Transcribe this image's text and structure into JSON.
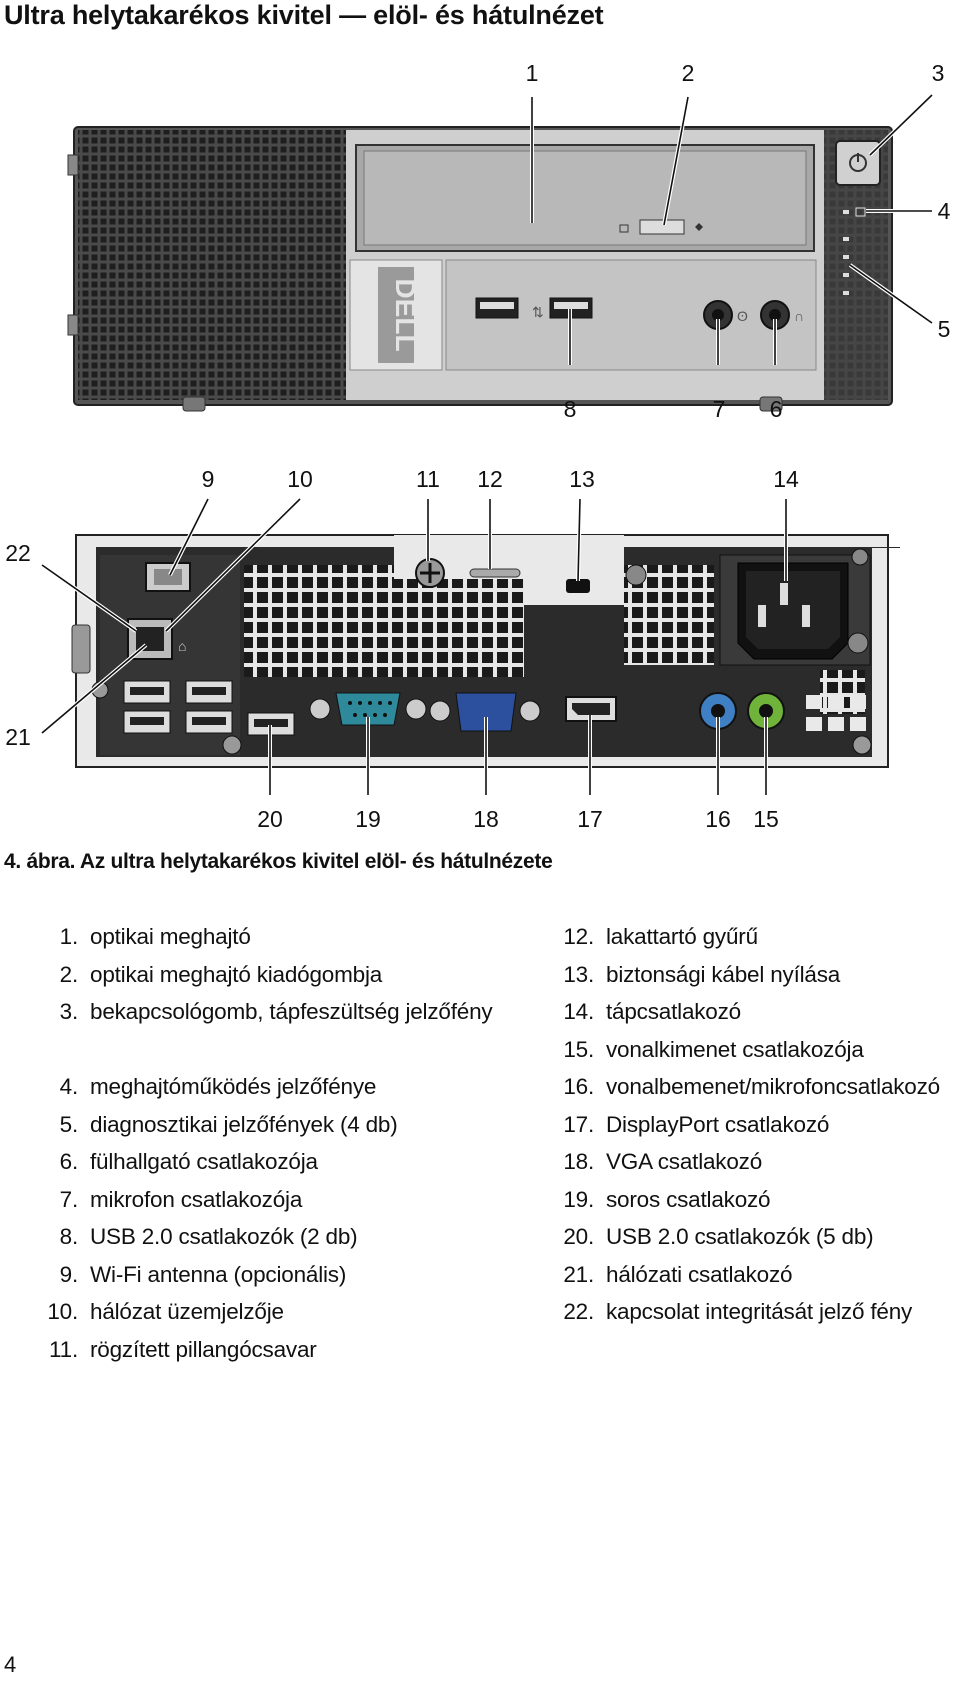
{
  "page": {
    "title": "Ultra helytakarékos kivitel — elöl- és hátulnézet",
    "caption": "4. ábra. Az ultra helytakarékos kivitel elöl- és hátulnézete",
    "page_number": "4"
  },
  "front_callouts": [
    "1",
    "2",
    "3",
    "4",
    "5",
    "6",
    "7",
    "8"
  ],
  "rear_callouts": [
    "9",
    "10",
    "11",
    "12",
    "13",
    "14",
    "15",
    "16",
    "17",
    "18",
    "19",
    "20",
    "21",
    "22"
  ],
  "legend": {
    "left": [
      {
        "num": "1.",
        "text": "optikai meghajtó"
      },
      {
        "num": "2.",
        "text": "optikai meghajtó kiadógombja"
      },
      {
        "num": "3.",
        "text": "bekapcsológomb, tápfeszültség jelzőfény"
      },
      {
        "num": "4.",
        "text": "meghajtóműködés jelzőfénye"
      },
      {
        "num": "5.",
        "text": "diagnosztikai jelzőfények (4 db)"
      },
      {
        "num": "6.",
        "text": "fülhallgató csatlakozója"
      },
      {
        "num": "7.",
        "text": "mikrofon csatlakozója"
      },
      {
        "num": "8.",
        "text": "USB 2.0 csatlakozók (2 db)"
      },
      {
        "num": "9.",
        "text": "Wi-Fi antenna (opcionális)"
      },
      {
        "num": "10.",
        "text": "hálózat üzemjelzője"
      },
      {
        "num": "11.",
        "text": "rögzített pillangócsavar"
      }
    ],
    "right": [
      {
        "num": "12.",
        "text": "lakattartó gyűrű"
      },
      {
        "num": "13.",
        "text": "biztonsági kábel nyílása"
      },
      {
        "num": "14.",
        "text": "tápcsatlakozó"
      },
      {
        "num": "15.",
        "text": "vonalkimenet csatlakozója"
      },
      {
        "num": "16.",
        "text": "vonalbemenet/mikrofoncsatlakozó"
      },
      {
        "num": "17.",
        "text": "DisplayPort csatlakozó"
      },
      {
        "num": "18.",
        "text": "VGA csatlakozó"
      },
      {
        "num": "19.",
        "text": "soros csatlakozó"
      },
      {
        "num": "20.",
        "text": "USB 2.0 csatlakozók (5 db)"
      },
      {
        "num": "21.",
        "text": "hálózati csatlakozó"
      },
      {
        "num": "22.",
        "text": "kapcsolat integritását jelző fény"
      }
    ]
  },
  "colors": {
    "chassis_dark": "#3a3a3a",
    "chassis_light": "#d9d9d9",
    "panel_gray": "#bdbdbd",
    "serial_teal": "#2e8a9a",
    "vga_blue": "#2c4f9e",
    "line_in_blue": "#3f7fc4",
    "line_out_green": "#6fb33b"
  },
  "icons": [
    "power-icon",
    "usb-icon",
    "headphone-icon",
    "microphone-icon",
    "network-icon",
    "padlock-icon",
    "displayport-icon",
    "monitor-icon",
    "serial-icon"
  ]
}
